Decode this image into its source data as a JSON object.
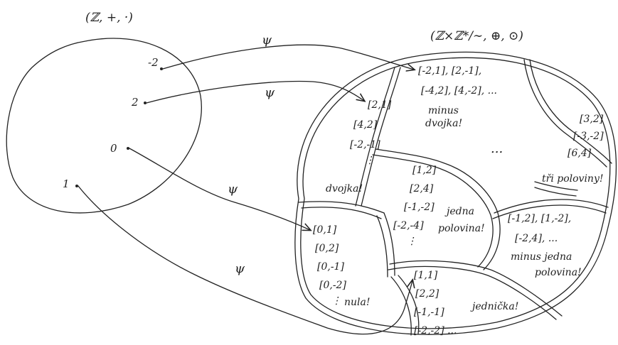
{
  "left_set": {
    "label": "(ℤ, +, ·)",
    "elements": [
      "-2",
      "2",
      "0",
      "1"
    ]
  },
  "right_set": {
    "label": "(ℤ×ℤ*/∼, ⊕, ⊙)"
  },
  "map_label": "ψ",
  "regions": [
    {
      "id": "minus-dvojka",
      "items": [
        "[-2,1], [2,-1],",
        "[-4,2], [4,-2], ..."
      ],
      "name": [
        "minus",
        "dvojka!"
      ]
    },
    {
      "id": "dvojka",
      "items": [
        "[2,1]",
        "[4,2]",
        "[-2,-1]",
        "⋮"
      ],
      "name": [
        "dvojka!"
      ]
    },
    {
      "id": "jedna-polovina",
      "items": [
        "[1,2]",
        "[2,4]",
        "[-1,-2]",
        "[-2,-4]",
        "⋮"
      ],
      "name": [
        "jedna",
        "polovina!"
      ]
    },
    {
      "id": "tri-poloviny",
      "items": [
        "[3,2]",
        "[-3,-2]",
        "[6,4]"
      ],
      "name": [
        "tři poloviny!"
      ]
    },
    {
      "id": "nula",
      "items": [
        "[0,1]",
        "[0,2]",
        "[0,-1]",
        "[0,-2]",
        "⋮"
      ],
      "name": [
        "nula!"
      ]
    },
    {
      "id": "minus-jedna-polovina",
      "items": [
        "[-1,2], [1,-2],",
        "[-2,4], ..."
      ],
      "name": [
        "minus jedna",
        "polovina!"
      ]
    },
    {
      "id": "jednicka",
      "items": [
        "[1,1]",
        "[2,2]",
        "[-1,-1]",
        "[-2,-2] ..."
      ],
      "name": [
        "jednička!"
      ]
    }
  ],
  "ellipsis": "..."
}
